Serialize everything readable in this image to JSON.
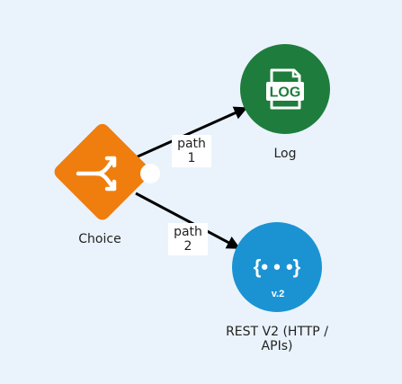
{
  "nodes": {
    "choice": {
      "label": "Choice",
      "icon": "choice-split-icon",
      "color": "#ef7e0e"
    },
    "log": {
      "label": "Log",
      "icon": "log-document-icon",
      "icon_text": "LOG",
      "color": "#1e7d3c"
    },
    "rest": {
      "label_line1": "REST V2 (HTTP /",
      "label_line2": "APIs)",
      "icon": "api-braces-icon",
      "icon_text": "{• • •}",
      "icon_subtext": "v.2",
      "color": "#1b93d3"
    }
  },
  "edges": [
    {
      "from": "choice",
      "to": "log",
      "label_line1": "path",
      "label_line2": "1"
    },
    {
      "from": "choice",
      "to": "rest",
      "label_line1": "path",
      "label_line2": "2"
    }
  ],
  "colors": {
    "background": "#eaf3fb",
    "edge": "#000000",
    "connector_handle": "#ffffff"
  }
}
